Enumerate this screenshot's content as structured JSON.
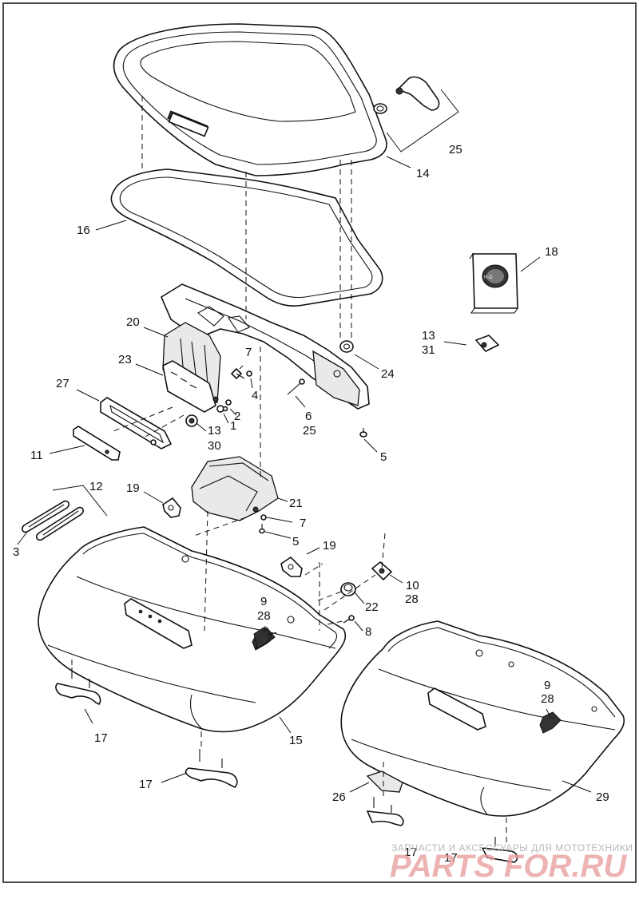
{
  "callouts": [
    {
      "id": "c1",
      "text": "1"
    },
    {
      "id": "c2",
      "text": "2"
    },
    {
      "id": "c3",
      "text": "3"
    },
    {
      "id": "c4",
      "text": "4"
    },
    {
      "id": "c5a",
      "text": "5"
    },
    {
      "id": "c5b",
      "text": "5"
    },
    {
      "id": "c6",
      "text": "6"
    },
    {
      "id": "c7a",
      "text": "7"
    },
    {
      "id": "c7b",
      "text": "7"
    },
    {
      "id": "c8",
      "text": "8"
    },
    {
      "id": "c9a",
      "text": "9"
    },
    {
      "id": "c9b",
      "text": "9"
    },
    {
      "id": "c10",
      "text": "10"
    },
    {
      "id": "c11",
      "text": "11"
    },
    {
      "id": "c12",
      "text": "12"
    },
    {
      "id": "c13a",
      "text": "13"
    },
    {
      "id": "c13b",
      "text": "13"
    },
    {
      "id": "c14",
      "text": "14"
    },
    {
      "id": "c15",
      "text": "15"
    },
    {
      "id": "c16",
      "text": "16"
    },
    {
      "id": "c17a",
      "text": "17"
    },
    {
      "id": "c17b",
      "text": "17"
    },
    {
      "id": "c17c",
      "text": "17"
    },
    {
      "id": "c17d",
      "text": "17"
    },
    {
      "id": "c18",
      "text": "18"
    },
    {
      "id": "c19a",
      "text": "19"
    },
    {
      "id": "c19b",
      "text": "19"
    },
    {
      "id": "c20",
      "text": "20"
    },
    {
      "id": "c21",
      "text": "21"
    },
    {
      "id": "c22",
      "text": "22"
    },
    {
      "id": "c23",
      "text": "23"
    },
    {
      "id": "c24",
      "text": "24"
    },
    {
      "id": "c25a",
      "text": "25"
    },
    {
      "id": "c25b",
      "text": "25"
    },
    {
      "id": "c26",
      "text": "26"
    },
    {
      "id": "c27",
      "text": "27"
    },
    {
      "id": "c28a",
      "text": "28"
    },
    {
      "id": "c28b",
      "text": "28"
    },
    {
      "id": "c28c",
      "text": "28"
    },
    {
      "id": "c29",
      "text": "29"
    },
    {
      "id": "c30",
      "text": "30"
    },
    {
      "id": "c31",
      "text": "31"
    }
  ],
  "watermark": {
    "caption": "ЗАПЧАСТИ И АКСЕССУАРЫ ДЛЯ МОТОТЕХНИКИ",
    "brand": "PARTS FOR.RU"
  }
}
